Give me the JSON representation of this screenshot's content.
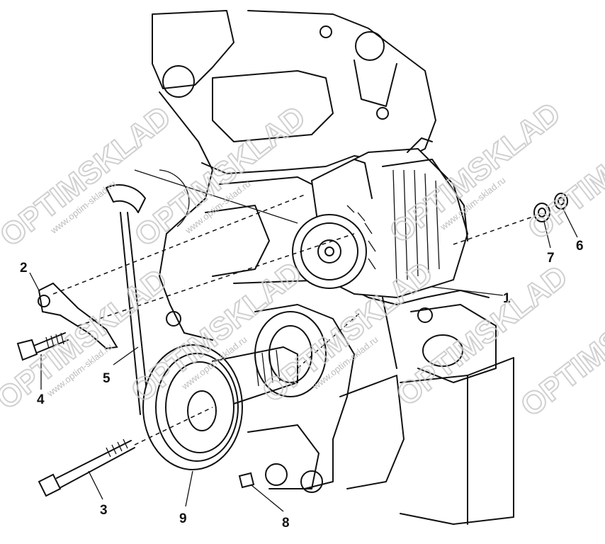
{
  "diagram": {
    "title": "Alternator and crankshaft pulley exploded view",
    "callouts": [
      "1",
      "2",
      "3",
      "4",
      "5",
      "6",
      "7",
      "8",
      "9"
    ]
  },
  "watermark": {
    "brand": "OPTIMSKLAD",
    "url": "www.optim-sklad.ru"
  }
}
